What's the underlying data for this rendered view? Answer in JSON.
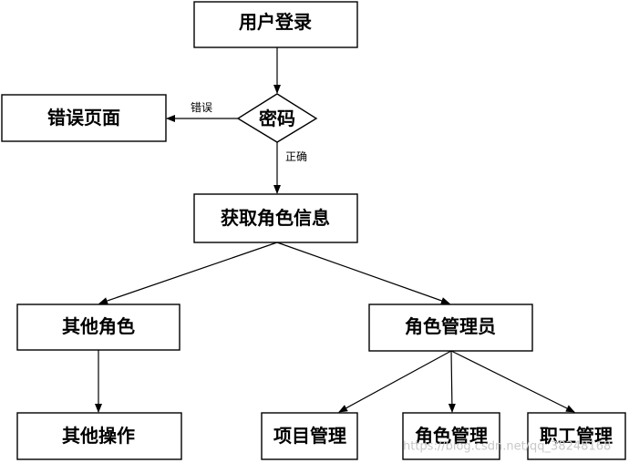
{
  "nodes": {
    "login": "用户登录",
    "password": "密码",
    "error_page": "错误页面",
    "get_role_info": "获取角色信息",
    "other_role": "其他角色",
    "role_admin": "角色管理员",
    "other_operations": "其他操作",
    "project_management": "项目管理",
    "role_management": "角色管理",
    "staff_management": "职工管理"
  },
  "edges": {
    "error_label": "错误",
    "correct_label": "正确"
  },
  "watermark": "https://blog.csdn.net/qq_38248168"
}
